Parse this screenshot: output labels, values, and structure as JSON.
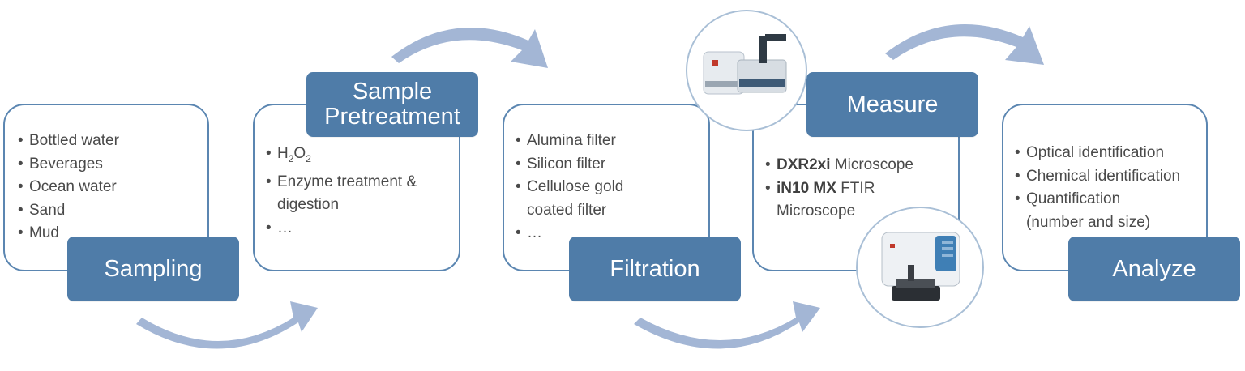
{
  "colors": {
    "card_border": "#5b86b1",
    "label_fill": "#4f7ca8",
    "arrow_fill": "#9fb3d3",
    "text": "#4a4a4a"
  },
  "steps": [
    {
      "label": "Sampling",
      "items": [
        "Bottled water",
        "Beverages",
        "Ocean water",
        "Sand",
        "Mud"
      ]
    },
    {
      "label": "Sample Pretreatment",
      "label_lines": [
        "Sample",
        "Pretreatment"
      ],
      "items": [
        {
          "main": "H",
          "sub1": "2",
          "mid": "O",
          "sub2": "2"
        },
        "Enzyme treatment &",
        "digestion",
        "…"
      ]
    },
    {
      "label": "Filtration",
      "items": [
        "Alumina filter",
        "Silicon filter",
        "Cellulose gold",
        "coated filter",
        "…"
      ]
    },
    {
      "label": "Measure",
      "items": [
        {
          "bold": "DXR2xi",
          "rest": " Microscope"
        },
        {
          "bold": "iN10 MX",
          "rest": " FTIR"
        },
        "Microscope"
      ],
      "photos": [
        "raman-microscope-photo",
        "ftir-microscope-photo"
      ]
    },
    {
      "label": "Analyze",
      "items": [
        "Optical identification",
        "Chemical identification",
        "Quantification",
        "(number and size)"
      ]
    }
  ],
  "arrow_icons": [
    "curved-arrow-icon",
    "curved-arrow-icon",
    "curved-arrow-icon",
    "curved-arrow-icon",
    "curved-arrow-icon",
    "curved-arrow-icon"
  ]
}
